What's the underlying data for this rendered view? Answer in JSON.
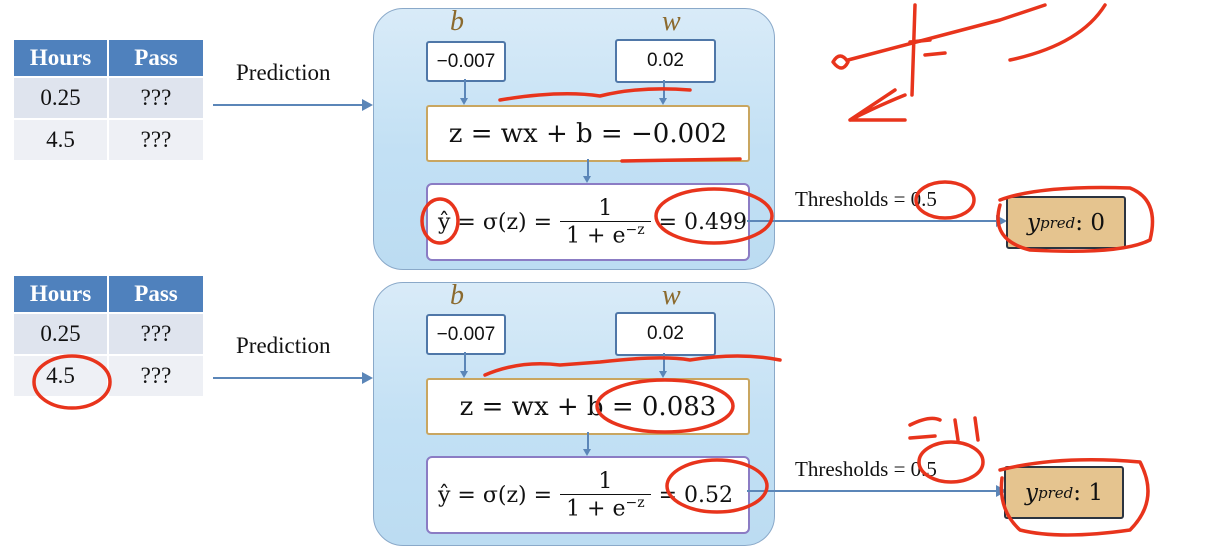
{
  "panels": [
    {
      "table": {
        "headers": [
          "Hours",
          "Pass"
        ],
        "rows": [
          [
            "0.25",
            "???"
          ],
          [
            "4.5",
            "???"
          ]
        ]
      },
      "prediction_label": "Prediction",
      "param_b_letter": "b",
      "param_w_letter": "w",
      "b_value": "−0.007",
      "w_value": "0.02",
      "linear_lhs": "z = wx + b =",
      "z_value": "−0.002",
      "sigmoid_lhs": "ŷ = σ(z) =",
      "frac_num": "1",
      "frac_den": "1 + e",
      "frac_exp": "−z",
      "sigmoid_eq": "=",
      "y_hat_value": "0.499",
      "threshold_label": "Thresholds = 0.5",
      "ypred_label": "y",
      "ypred_sub": "pred",
      "ypred_value": ": 0"
    },
    {
      "table": {
        "headers": [
          "Hours",
          "Pass"
        ],
        "rows": [
          [
            "0.25",
            "???"
          ],
          [
            "4.5",
            "???"
          ]
        ]
      },
      "prediction_label": "Prediction",
      "param_b_letter": "b",
      "param_w_letter": "w",
      "b_value": "−0.007",
      "w_value": "0.02",
      "linear_lhs": "z = wx + b =",
      "z_value": "0.083",
      "sigmoid_lhs": "ŷ = σ(z) =",
      "frac_num": "1",
      "frac_den": "1 + e",
      "frac_exp": "−z",
      "sigmoid_eq": "=",
      "y_hat_value": "0.52",
      "threshold_label": "Thresholds = 0.5",
      "ypred_label": "y",
      "ypred_sub": "pred",
      "ypred_value": ": 1"
    }
  ],
  "colors": {
    "table_header": "#4f81bd",
    "table_cell": "#dfe4ee",
    "arrow": "#5b86b8",
    "param_letter": "#8b6a2e",
    "linear_border": "#c9a660",
    "sigmoid_border": "#8b7cc4",
    "ypred_fill": "#e5c48f",
    "annotation_ink": "#e8341c"
  }
}
